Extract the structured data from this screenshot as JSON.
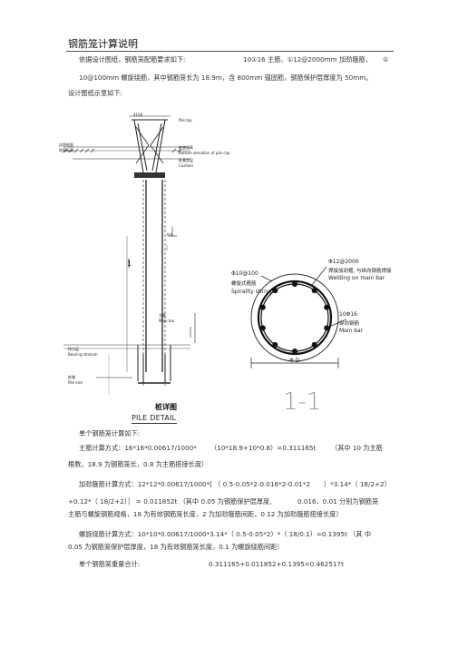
{
  "title": "钢筋笼计算说明",
  "intro": {
    "line1_a": "依据设计图纸，钢筋笼配筋要求如下:",
    "line1_b": "10①16 主筋、①12@2000mm 加劲箍筋，",
    "line1_c": "①",
    "line2": "10@100mm 螺旋绕筋，其中钢筋笼长为 18.9m，含 800mm 锚固筋，钢筋保护层厚度为  50mm。",
    "line3": "设计图纸示意如下:"
  },
  "pile_drawing": {
    "dim_top": "4100",
    "label_pile_top": "Pile top",
    "label_ground": "自然地面",
    "label_ground2": "地面标高",
    "label_bottom_elev": "桩底标高",
    "label_bottom_elev2": "Bottom elevation of pile cap",
    "label_cushion": "桩基垫层",
    "label_cushion2": "Cushion",
    "label_n": "n≥",
    "label_mid": "1",
    "label_main_bar": "主筋",
    "label_main_bar2": "Main bar",
    "label_bearing": "持力层",
    "label_bearing2": "Bearing stratum",
    "label_end": "桩端",
    "label_end2": "Pile end",
    "caption": "桩详图",
    "caption_en": "PILE DETAIL"
  },
  "section_drawing": {
    "label_stiff": "Φ12@2000",
    "label_stiff_cn": "焊接加劲箍, 与纵向钢筋焊接",
    "label_stiff_en": "Welding on main bar",
    "label_spiral": "Φ10@100",
    "label_spiral_cn": "螺旋式箍筋",
    "label_spiral_en": "Spirality stirrup",
    "label_main": "10Φ16",
    "label_main_cn": "纵向钢筋",
    "label_main_en": "Main bar",
    "label_dim": "Φ D",
    "caption": "1-1"
  },
  "calc": {
    "heading": "单个钢筋笼计算如下:",
    "main_a": "主筋计算方式：16*16*0.00617/1000*",
    "main_b": "（10*18.9+10*0.8）=0.311165t",
    "main_c": "（其中 10 为主筋",
    "main_d": "根数，18.9 为钢筋笼长，0.8 为主筋搭接长度）",
    "stiff_a": "加劲箍筋计算方式：12*12*0.00617/1000*[ （ 0.5-0.05*2-0.016*2-0.01*2",
    "stiff_b": "）*3.14*（ 18/2+2）",
    "stiff_c": "+0.12*（ 18/2+2）］ = 0.011852t （其中  0.05 为钢筋保护层厚度,",
    "stiff_d": "0.016、0.01 分别为钢筋笼",
    "stiff_e": "主筋与螺旋钢筋规格，18 为有效钢筋笼长度，2 为加劲箍筋间距，0.12 为加劲箍筋搭接长度）",
    "spiral_a": "螺旋绕筋计算方式：10*10*0.00617/1000*3.14*（ 0.5-0.05*2）*（ 18/0.1）=0.1395t （其  中",
    "spiral_b": "0.05 为钢筋笼保护层厚度，18 为有效钢筋笼长度，0.1 为螺旋绕筋间距）",
    "total_label": "单个钢筋笼重量合计:",
    "total_value": "0.311165+0.011852+0.1395=0.462517t"
  }
}
